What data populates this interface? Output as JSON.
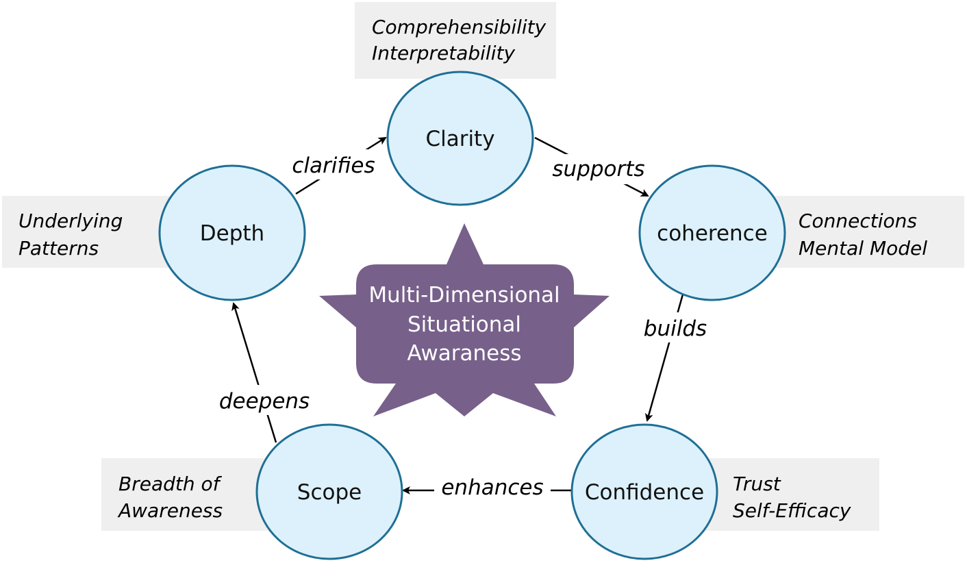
{
  "colors": {
    "node_fill": "#dcf1fb",
    "node_stroke": "#1f6f95",
    "note_fill": "#efefef",
    "center_fill": "#77608a",
    "edge": "#000000"
  },
  "center": {
    "shape": "star-callout",
    "lines": [
      "Multi-Dimensional",
      "Situational",
      "Awaraness"
    ]
  },
  "nodes": {
    "clarity": {
      "label": "Clarity",
      "note": [
        "Comprehensibility",
        "Interpretability"
      ]
    },
    "coherence": {
      "label": "coherence",
      "note": [
        "Connections",
        "Mental Model"
      ]
    },
    "confidence": {
      "label": "Confidence",
      "note": [
        "Trust",
        "Self-Efficacy"
      ]
    },
    "scope": {
      "label": "Scope",
      "note": [
        "Breadth of",
        "Awareness"
      ]
    },
    "depth": {
      "label": "Depth",
      "note": [
        "Underlying",
        "Patterns"
      ]
    }
  },
  "edges": {
    "depth_clarity": {
      "from": "Depth",
      "to": "Clarity",
      "label": "clarifies"
    },
    "clarity_coherence": {
      "from": "Clarity",
      "to": "coherence",
      "label": "supports"
    },
    "coherence_confidence": {
      "from": "coherence",
      "to": "Confidence",
      "label": "builds"
    },
    "confidence_scope": {
      "from": "Confidence",
      "to": "Scope",
      "label": "enhances"
    },
    "scope_depth": {
      "from": "Scope",
      "to": "Depth",
      "label": "deepens"
    }
  }
}
